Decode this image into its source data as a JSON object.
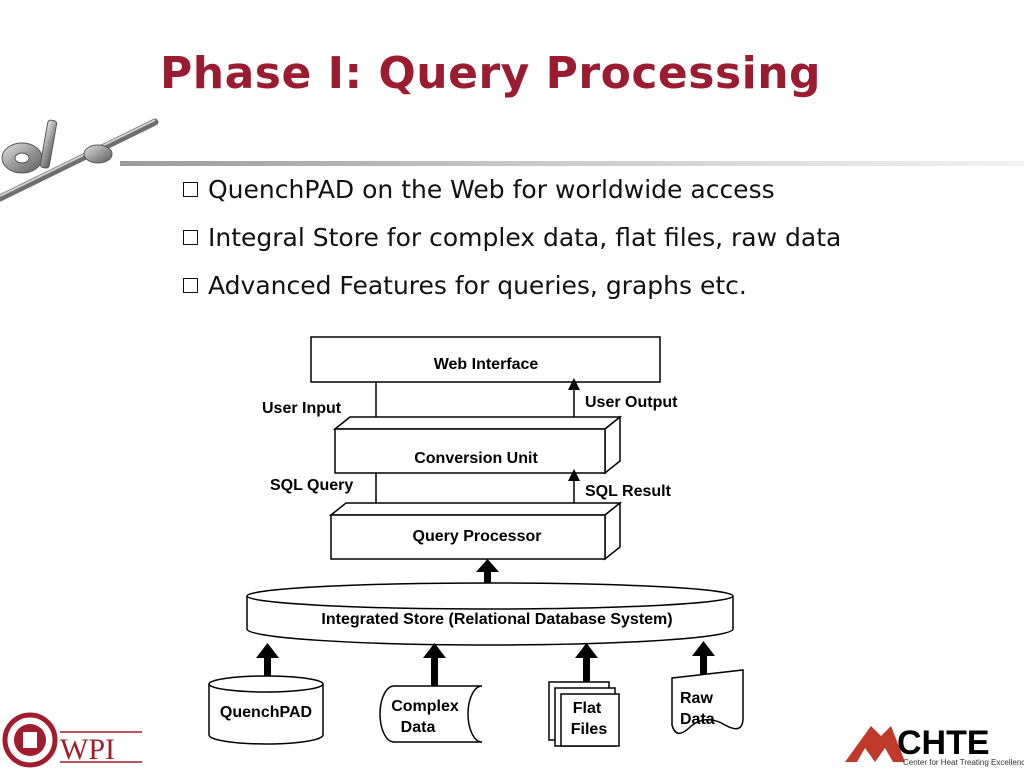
{
  "slide": {
    "title": "Phase I: Query Processing",
    "bullets": [
      "QuenchPAD on the Web for worldwide access",
      "Integral Store for complex data, flat files, raw data",
      "Advanced Features for queries, graphs etc."
    ]
  },
  "diagram": {
    "web_interface": "Web Interface",
    "conversion_unit": "Conversion Unit",
    "query_processor": "Query Processor",
    "integrated_store": "Integrated Store (Relational Database System)",
    "user_input": "User Input",
    "user_output": "User Output",
    "sql_query": "SQL Query",
    "sql_result": "SQL Result",
    "sources": {
      "quenchpad": "QuenchPAD",
      "complex_line1": "Complex",
      "complex_line2": "Data",
      "flat_line1": "Flat",
      "flat_line2": "Files",
      "raw_line1": "Raw",
      "raw_line2": "Data"
    }
  },
  "logos": {
    "wpi_text": "WPI",
    "chte_text": "CHTE",
    "chte_tagline": "Center for Heat Treating Excellence"
  },
  "colors": {
    "title": "#9b1b30",
    "logo_red": "#a11c2c"
  }
}
